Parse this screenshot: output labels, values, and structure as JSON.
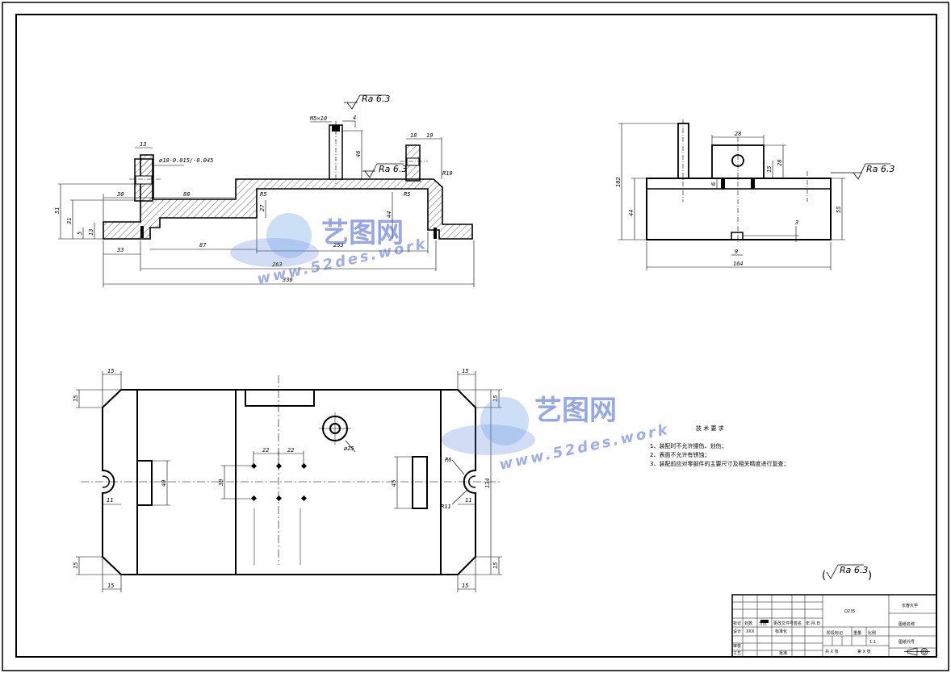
{
  "section_view": {
    "callouts": {
      "thread": "M5×10",
      "bore": "ø10-0.015/-0.045"
    },
    "dims": [
      "13",
      "30",
      "88",
      "51",
      "31",
      "5",
      "13",
      "33",
      "87",
      "263",
      "330",
      "253",
      "R5",
      "R5",
      "27",
      "44",
      "46",
      "4",
      "18",
      "19",
      "R10"
    ],
    "roughness": [
      "Ra 6.3",
      "Ra 6.3"
    ]
  },
  "side_view": {
    "dims": [
      "102",
      "28",
      "28",
      "15",
      "6",
      "44",
      "55",
      "3",
      "9",
      "164"
    ],
    "roughness": "Ra 6.3"
  },
  "plan_view": {
    "dims": [
      "15",
      "15",
      "15",
      "15",
      "15",
      "15",
      "15",
      "15",
      "22",
      "22",
      "ø25",
      "40",
      "30",
      "45",
      "134",
      "R6",
      "R11",
      "11",
      "11"
    ]
  },
  "technical_requirements": {
    "title": "技 术 要 求",
    "items": [
      "1、装配时不允许撞伤、划伤；",
      "2、表面不允许有锈蚀；",
      "3、装配前应对零部件的主要尺寸及相关精度进行复查；"
    ]
  },
  "general_roughness": "Ra 6.3",
  "title_block": {
    "material": "Q235",
    "school": "长春大学",
    "drawing_name": "图纸名称",
    "drawing_code": "图纸代号",
    "scale": "1:1",
    "labels": {
      "mark": "标记",
      "count": "处数",
      "zone": "分区",
      "change_no": "更改文件号",
      "signature": "签名",
      "date": "年.月.日",
      "design": "设计",
      "design_name": "XXX",
      "standardize": "标准化",
      "stage_mark": "阶段标记",
      "weight": "重量",
      "scale_label": "比例",
      "review": "审核",
      "process": "工艺",
      "approve": "批准",
      "sheets_total": "共 X 张",
      "sheet_no": "第 X 张"
    }
  },
  "watermark": {
    "brand": "艺图网",
    "url": "www.52des.work"
  }
}
